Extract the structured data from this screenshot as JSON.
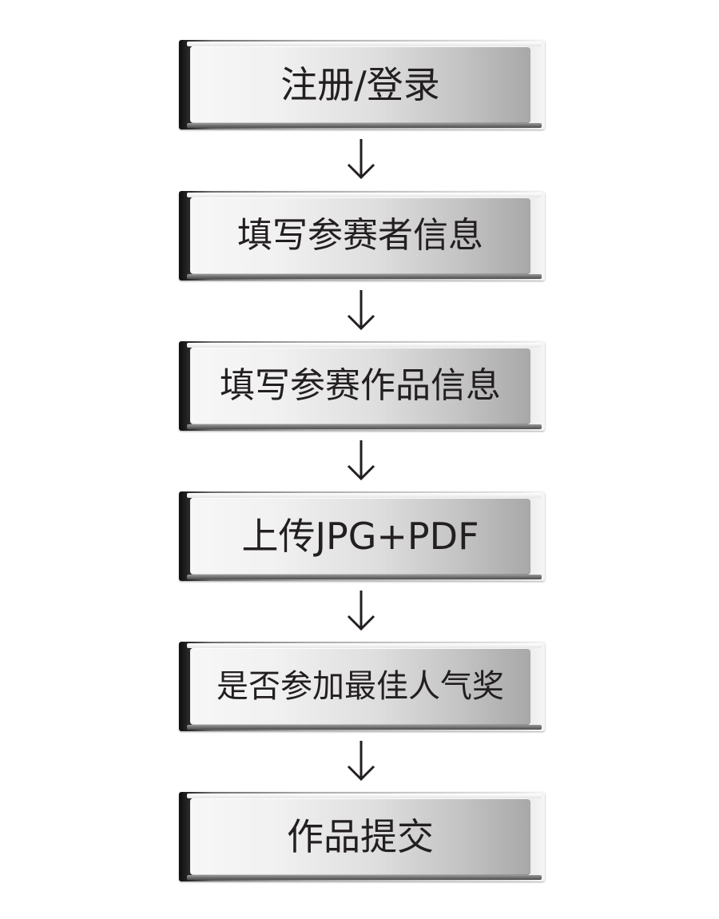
{
  "flowchart": {
    "steps": [
      {
        "label": "注册/登录"
      },
      {
        "label": "填写参赛者信息"
      },
      {
        "label": "填写参赛作品信息"
      },
      {
        "label": "上传JPG+PDF"
      },
      {
        "label": "是否参加最佳人气奖"
      },
      {
        "label": "作品提交"
      }
    ],
    "connector_icon": "down-arrow-icon",
    "colors": {
      "text": "#231f20",
      "arrow": "#231f20",
      "background": "#ffffff"
    }
  }
}
